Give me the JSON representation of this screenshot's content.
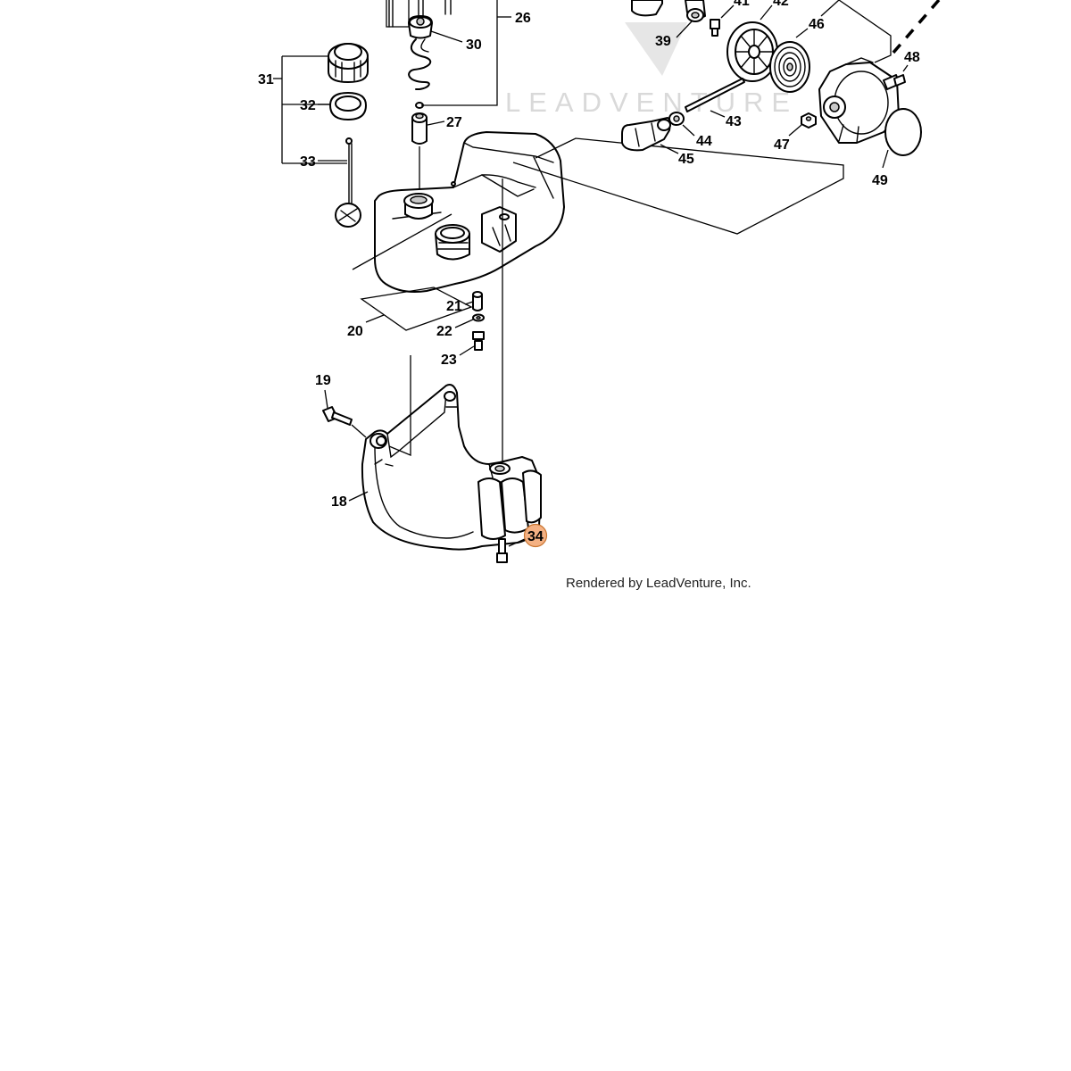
{
  "watermark": {
    "brand": "LEADVENTURE"
  },
  "credit": "Rendered by LeadVenture, Inc.",
  "accent_color": "#f4b183",
  "highlighted_part": "34",
  "callouts": {
    "c18": "18",
    "c19": "19",
    "c20": "20",
    "c21": "21",
    "c22": "22",
    "c23": "23",
    "c26": "26",
    "c27": "27",
    "c30": "30",
    "c31": "31",
    "c32": "32",
    "c33": "33",
    "c34": "34",
    "c39": "39",
    "c41": "41",
    "c42": "42",
    "c43": "43",
    "c44": "44",
    "c45": "45",
    "c46": "46",
    "c47": "47",
    "c48": "48",
    "c49": "49"
  }
}
